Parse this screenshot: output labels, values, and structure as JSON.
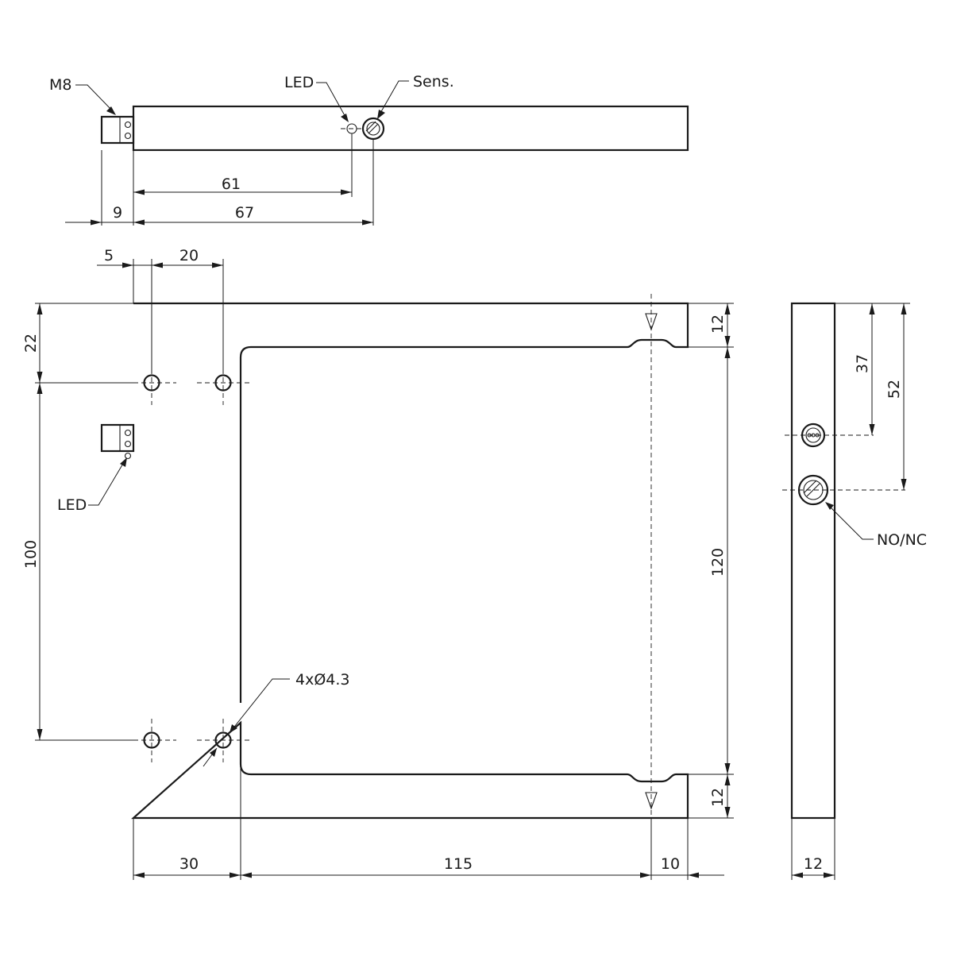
{
  "labels": {
    "m8": "M8",
    "led_top": "LED",
    "sens": "Sens.",
    "led_side": "LED",
    "holes": "4xØ4.3",
    "nonc": "NO/NC"
  },
  "dimensions": {
    "d61": "61",
    "d9": "9",
    "d67": "67",
    "d5": "5",
    "d20": "20",
    "d22": "22",
    "d100": "100",
    "d12_top": "12",
    "d120": "120",
    "d12_bottom": "12",
    "d30": "30",
    "d115": "115",
    "d10": "10",
    "d37": "37",
    "d52": "52",
    "d12_width": "12"
  }
}
